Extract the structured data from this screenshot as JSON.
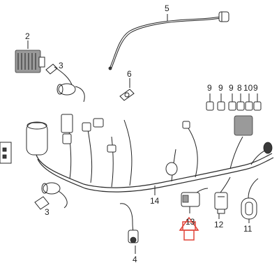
{
  "diagram": {
    "labels": {
      "p2": "2",
      "p3a": "3",
      "p3b": "3",
      "p4": "4",
      "p5": "5",
      "p6": "6",
      "p8": "8",
      "p9a": "9",
      "p9b": "9",
      "p9c": "9",
      "p9d": "9",
      "p10": "10",
      "p11": "11",
      "p12": "12",
      "p13": "13",
      "p14": "14"
    },
    "highlight_color": "#e0453a"
  }
}
